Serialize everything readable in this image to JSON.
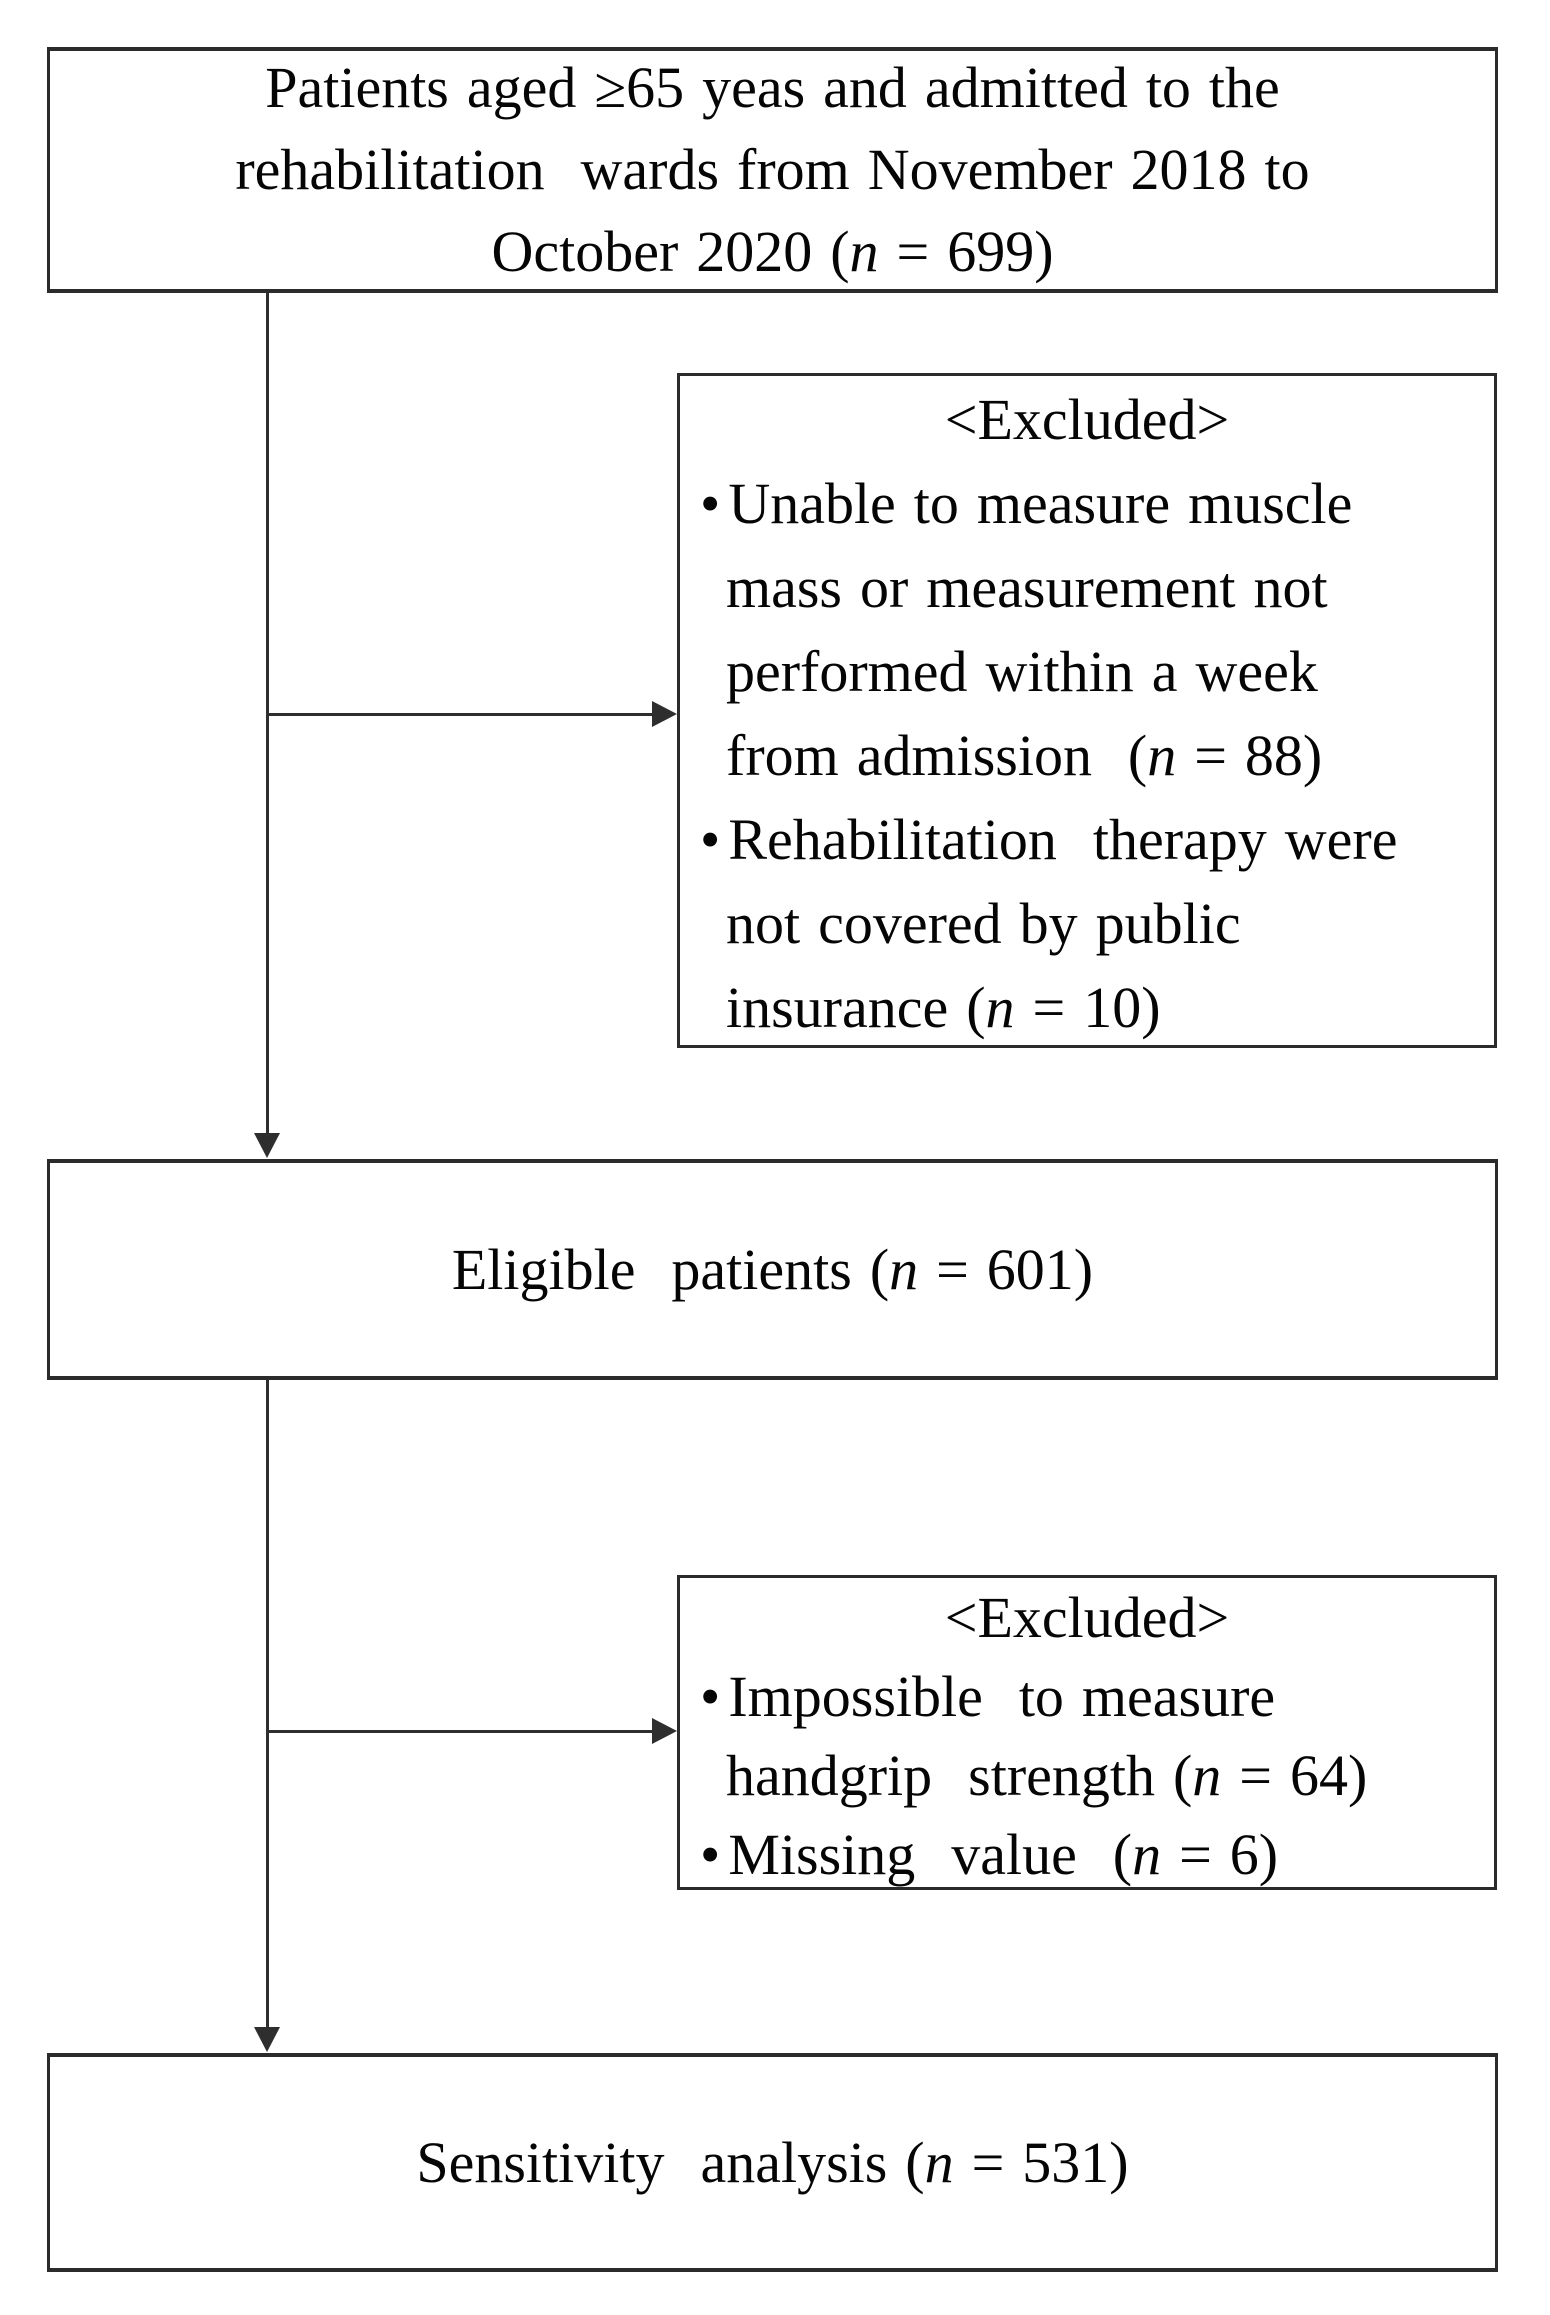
{
  "colors": {
    "background": "#ffffff",
    "border": "#2b2b2b",
    "line": "#2e2e2e",
    "text": "#050505"
  },
  "bullet_char": "•",
  "boxes": {
    "population": {
      "lines": [
        {
          "align": "center",
          "segs": [
            {
              "t": "Patients aged ≥65 yeas and admitted to the"
            }
          ]
        },
        {
          "align": "center",
          "segs": [
            {
              "t": "rehabilitation  wards from November 2018 to"
            }
          ]
        },
        {
          "align": "center",
          "segs": [
            {
              "t": "October 2020 ("
            },
            {
              "t": "n",
              "i": true
            },
            {
              "t": " = 699)"
            }
          ]
        }
      ]
    },
    "excluded1": {
      "lines": [
        {
          "align": "center",
          "segs": [
            {
              "t": "<Excluded>"
            }
          ]
        },
        {
          "bullet": true,
          "segs": [
            {
              "t": "Unable to measure muscle"
            }
          ]
        },
        {
          "cont": true,
          "segs": [
            {
              "t": "mass or measurement not"
            }
          ]
        },
        {
          "cont": true,
          "segs": [
            {
              "t": "performed within a week"
            }
          ]
        },
        {
          "cont": true,
          "segs": [
            {
              "t": "from admission  ("
            },
            {
              "t": "n",
              "i": true
            },
            {
              "t": " = 88)"
            }
          ]
        },
        {
          "bullet": true,
          "segs": [
            {
              "t": "Rehabilitation  therapy were"
            }
          ]
        },
        {
          "cont": true,
          "segs": [
            {
              "t": "not covered by public"
            }
          ]
        },
        {
          "cont": true,
          "segs": [
            {
              "t": "insurance ("
            },
            {
              "t": "n",
              "i": true
            },
            {
              "t": " = 10)"
            }
          ]
        }
      ]
    },
    "eligible": {
      "lines": [
        {
          "align": "center",
          "segs": [
            {
              "t": "Eligible  patients ("
            },
            {
              "t": "n",
              "i": true
            },
            {
              "t": " = 601)"
            }
          ]
        }
      ]
    },
    "excluded2": {
      "lines": [
        {
          "align": "center",
          "segs": [
            {
              "t": "<Excluded>"
            }
          ]
        },
        {
          "bullet": true,
          "segs": [
            {
              "t": "Impossible  to measure"
            }
          ]
        },
        {
          "cont": true,
          "segs": [
            {
              "t": "handgrip  strength ("
            },
            {
              "t": "n",
              "i": true
            },
            {
              "t": " = 64)"
            }
          ]
        },
        {
          "bullet": true,
          "segs": [
            {
              "t": "Missing  value  ("
            },
            {
              "t": "n",
              "i": true
            },
            {
              "t": " = 6)"
            }
          ]
        }
      ]
    },
    "sensitivity": {
      "lines": [
        {
          "align": "center",
          "segs": [
            {
              "t": "Sensitivity  analysis ("
            },
            {
              "t": "n",
              "i": true
            },
            {
              "t": " = 531)"
            }
          ]
        }
      ]
    }
  }
}
